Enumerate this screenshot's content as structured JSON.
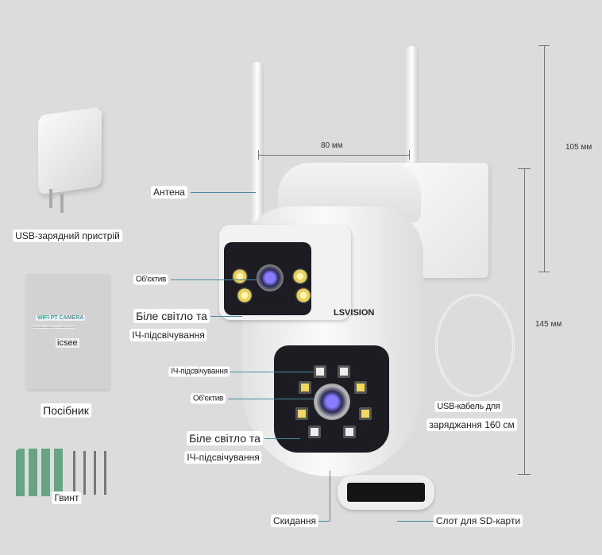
{
  "accessories": {
    "charger_label": "USB-зарядний пристрій",
    "manual_title": "WIFI PT CAMERA",
    "manual_subtitle": "Короткий посібник для Android та IOS",
    "manual_app": "icsee",
    "manual_label": "Посібник",
    "screws_label": "Гвинт"
  },
  "camera": {
    "brand": "LSVISION",
    "antenna_label": "Антена",
    "upper_lens_label": "Об'єктив",
    "upper_light_label_1": "Біле світло та",
    "upper_light_label_2": "ІЧ-підсвічування",
    "lower_ir_label": "ІЧ-підсвічування",
    "lower_lens_label": "Об'єктив",
    "lower_light_label_1": "Біле світло та",
    "lower_light_label_2": "ІЧ-підсвічування",
    "reset_label": "Скидання",
    "sd_slot_label": "Слот для SD-карти"
  },
  "dimensions": {
    "antenna_spacing": "80 мм",
    "upper_height": "105 мм",
    "body_height": "145 мм"
  },
  "cable": {
    "label_1": "USB-кабель для",
    "label_2": "заряджання 160 см"
  },
  "colors": {
    "background": "#dcdcdc",
    "leader_line": "#4a8aa0",
    "screw_anchor": "#6aa383"
  }
}
